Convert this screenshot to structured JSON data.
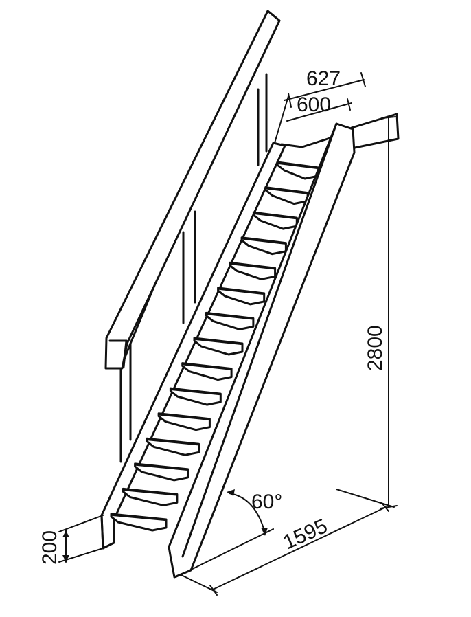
{
  "dimensions": {
    "total_width": "627",
    "tread_width": "600",
    "height": "2800",
    "run": "1595",
    "angle": "60°",
    "step_height": "200"
  },
  "treads": [
    1,
    2,
    3,
    4,
    5,
    6,
    7,
    8,
    9,
    10,
    11,
    12,
    13,
    14,
    15
  ]
}
